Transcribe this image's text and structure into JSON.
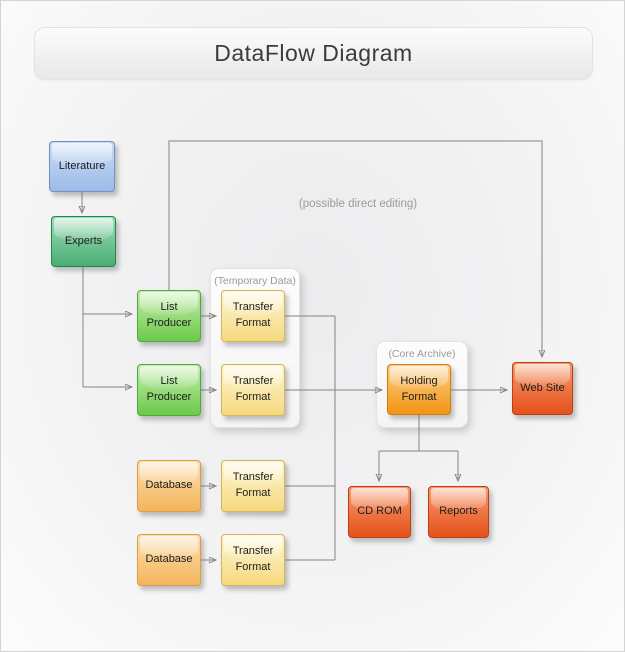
{
  "title": "DataFlow Diagram",
  "annotation": "(possible direct editing)",
  "groups": {
    "temporary_data": {
      "label": "(Temporary Data)"
    },
    "core_archive": {
      "label": "(Core Archive)"
    }
  },
  "nodes": {
    "literature": {
      "label": "Literature"
    },
    "experts": {
      "label": "Experts"
    },
    "list_producer_1": {
      "label": "List Producer"
    },
    "list_producer_2": {
      "label": "List Producer"
    },
    "transfer_format_1": {
      "label": "Transfer Format"
    },
    "transfer_format_2": {
      "label": "Transfer Format"
    },
    "database_1": {
      "label": "Database"
    },
    "database_2": {
      "label": "Database"
    },
    "transfer_format_3": {
      "label": "Transfer Format"
    },
    "transfer_format_4": {
      "label": "Transfer Format"
    },
    "holding_format": {
      "label": "Holding Format"
    },
    "web_site": {
      "label": "Web Site"
    },
    "cd_rom": {
      "label": "CD ROM"
    },
    "reports": {
      "label": "Reports"
    }
  },
  "colors": {
    "blue_node": "#9dbbe8",
    "dark_green_node": "#48ae74",
    "light_green_node": "#6cc94a",
    "yellow_node": "#f6d97e",
    "light_orange_node": "#f4b55c",
    "orange_node": "#f29414",
    "red_node": "#e5511a",
    "connector": "#848484",
    "group_label_text": "#9a9a9a",
    "title_text": "#3c3c3c"
  }
}
